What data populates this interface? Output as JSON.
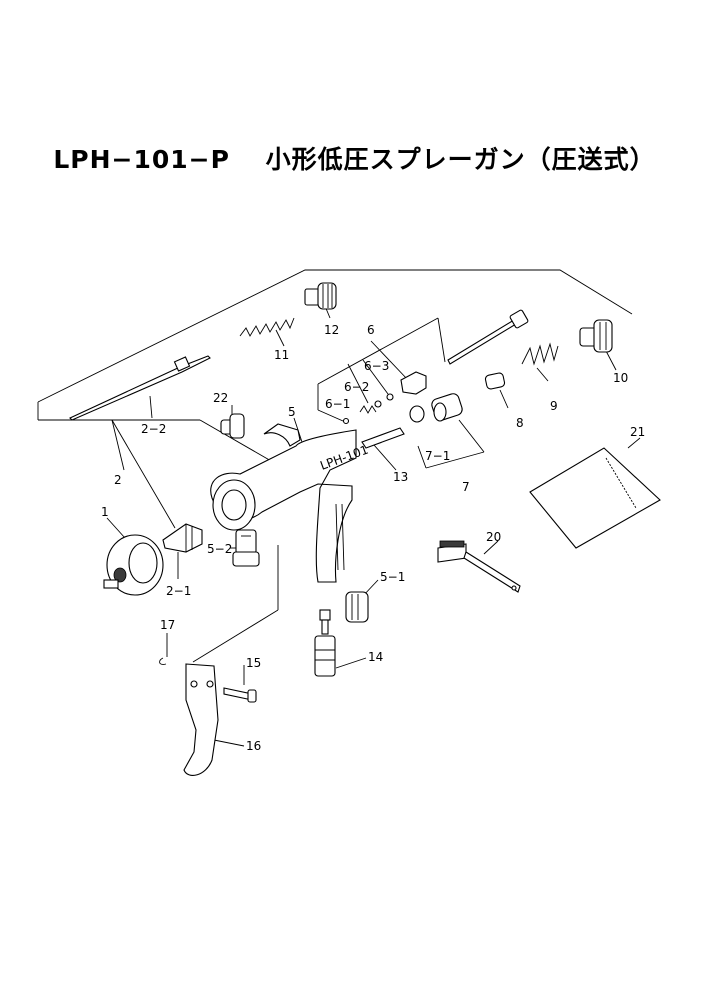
{
  "title": "LPH−101−P　 小形低圧スプレーガン（圧送式）",
  "callouts": {
    "c1": "1",
    "c2": "2",
    "c2_1": "2−1",
    "c2_2": "2−2",
    "c5": "5",
    "c5_1": "5−1",
    "c5_2": "5−2",
    "c6": "6",
    "c6_1": "6−1",
    "c6_2": "6−2",
    "c6_3": "6−3",
    "c7": "7",
    "c7_1": "7−1",
    "c8": "8",
    "c9": "9",
    "c10": "10",
    "c11": "11",
    "c12": "12",
    "c13": "13",
    "c14": "14",
    "c15": "15",
    "c16": "16",
    "c17": "17",
    "c20": "20",
    "c21": "21",
    "c22": "22"
  },
  "gun_marking": "LPH-101"
}
